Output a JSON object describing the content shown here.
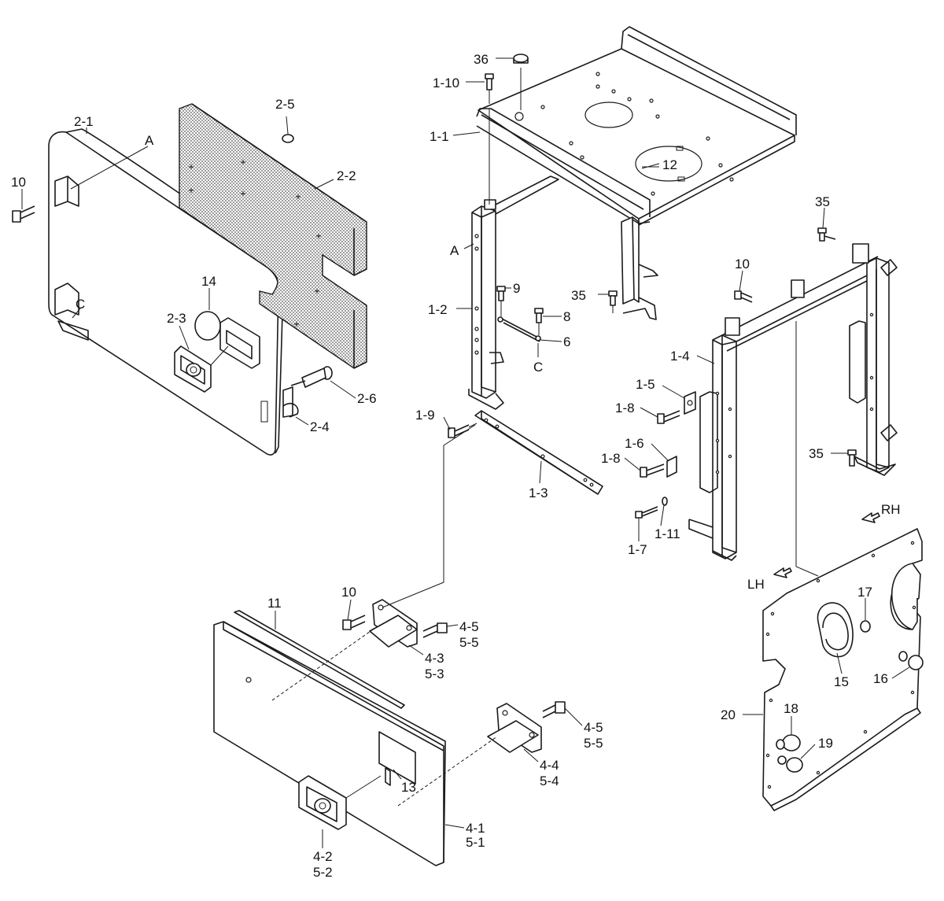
{
  "labels": {
    "p36": "36",
    "p1_10": "1-10",
    "p1_1": "1-1",
    "p12": "12",
    "pA_top": "A",
    "p1_2": "1-2",
    "p9": "9",
    "p35_a": "35",
    "p8": "8",
    "p6": "6",
    "pC_mid": "C",
    "p1_9": "1-9",
    "p1_3": "1-3",
    "p35_b": "35",
    "p10_rt": "10",
    "p1_4": "1-4",
    "p1_5": "1-5",
    "p1_8a": "1-8",
    "p1_6": "1-6",
    "p1_8b": "1-8",
    "p35_c": "35",
    "p1_7": "1-7",
    "p1_11": "1-11",
    "pRH": "RH",
    "pLH": "LH",
    "p2_1": "2-1",
    "p2_5": "2-5",
    "pA_left": "A",
    "p2_2": "2-2",
    "p10_left": "10",
    "p14": "14",
    "pC_left": "C",
    "p2_3": "2-3",
    "p2_6": "2-6",
    "p2_4": "2-4",
    "p10_bot": "10",
    "p11": "11",
    "p4_5a": "4-5",
    "p5_5a": "5-5",
    "p4_3": "4-3",
    "p5_3": "5-3",
    "p4_5b": "4-5",
    "p5_5b": "5-5",
    "p4_4": "4-4",
    "p5_4": "5-4",
    "p13": "13",
    "p4_1": "4-1",
    "p5_1": "5-1",
    "p4_2": "4-2",
    "p5_2": "5-2",
    "p17": "17",
    "p15": "15",
    "p16": "16",
    "p20": "20",
    "p18": "18",
    "p19": "19"
  }
}
